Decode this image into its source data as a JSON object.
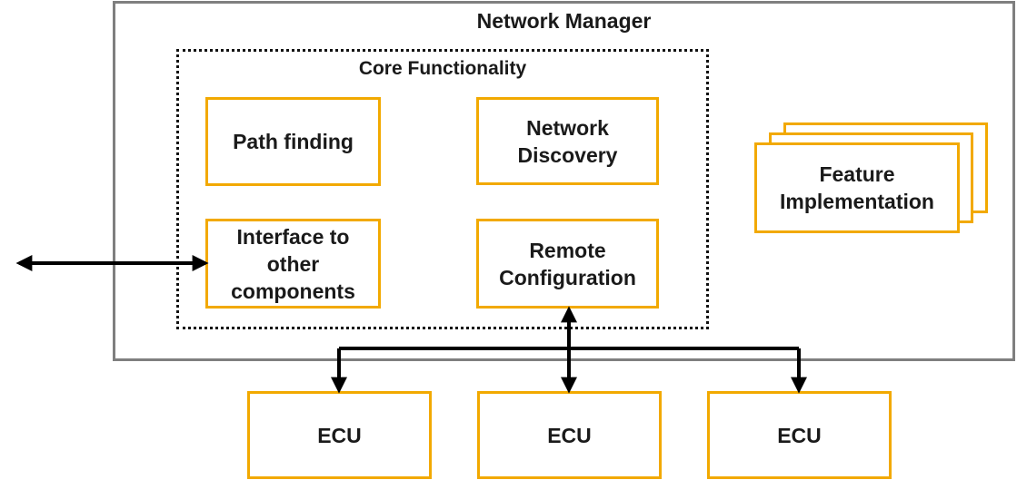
{
  "network_manager": {
    "title": "Network Manager"
  },
  "core": {
    "title": "Core Functionality",
    "path_finding": "Path finding",
    "network_discovery": "Network\nDiscovery",
    "interface": "Interface to\nother\ncomponents",
    "remote_configuration": "Remote\nConfiguration"
  },
  "feature": {
    "label": "Feature\nImplementation"
  },
  "ecus": [
    "ECU",
    "ECU",
    "ECU"
  ],
  "colors": {
    "box_border": "#f2a900",
    "frame": "#7f7f7f",
    "line": "#000000"
  }
}
